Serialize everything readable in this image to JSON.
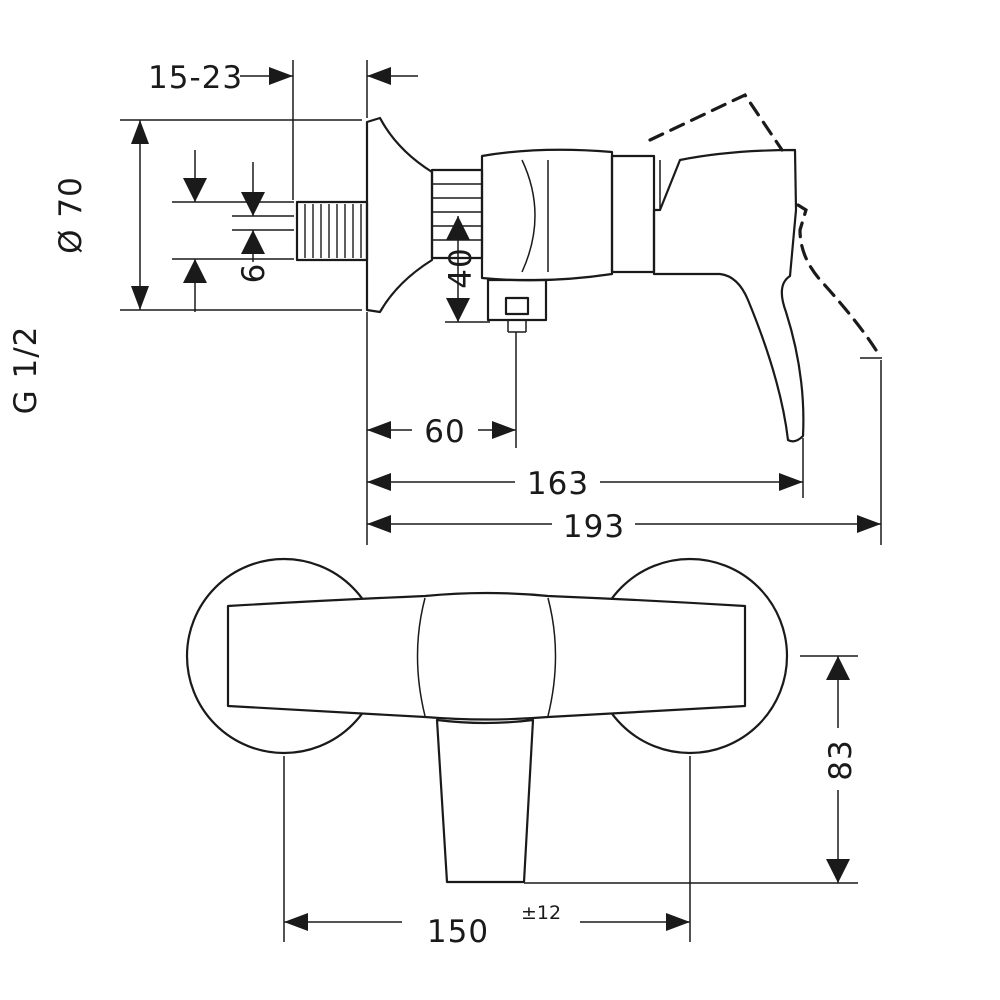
{
  "dimensions": {
    "connection_depth": "15-23",
    "rosette_diameter": "Ø 70",
    "thread_size": "G 1/2",
    "thread_offset": "6",
    "outlet_height": "40",
    "outlet_offset": "60",
    "lever_projection": "163",
    "total_projection": "193",
    "center_distance": "150",
    "center_tolerance": "±12",
    "front_height": "83"
  }
}
